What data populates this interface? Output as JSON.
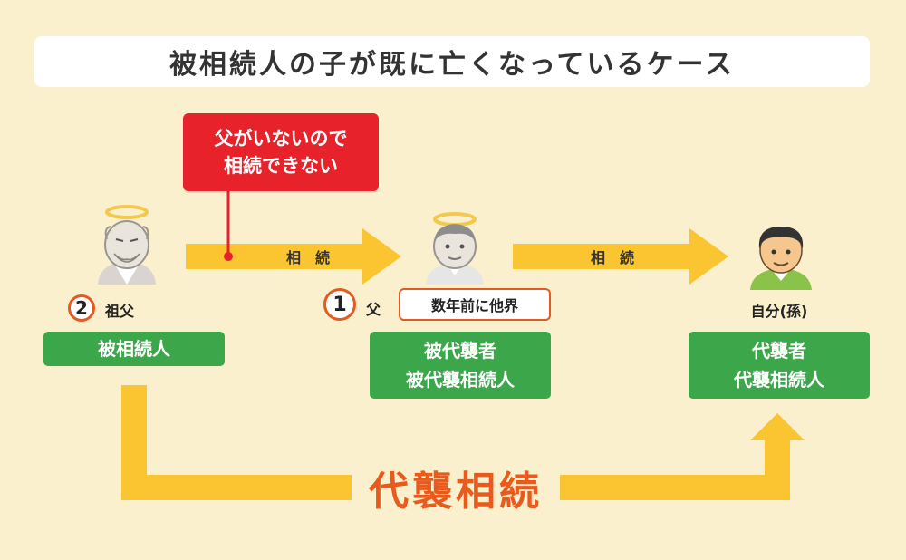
{
  "title": "被相続人の子が既に亡くなっているケース",
  "callout": {
    "line1": "父がいないので",
    "line2": "相続できない"
  },
  "arrows": {
    "first_label": "相　続",
    "second_label": "相　続"
  },
  "grandfather": {
    "number": "2",
    "label": "祖父",
    "role": "被相続人"
  },
  "father": {
    "number": "1",
    "label": "父",
    "note": "数年前に他界",
    "role_line1": "被代襲者",
    "role_line2": "被代襲相続人"
  },
  "self": {
    "label": "自分(孫)",
    "role_line1": "代襲者",
    "role_line2": "代襲相続人"
  },
  "bottom_label": "代襲相続",
  "colors": {
    "background": "#fbf0cd",
    "green": "#3ba64a",
    "red": "#e8222a",
    "arrow_yellow": "#fbc531",
    "orange": "#e35a22"
  }
}
